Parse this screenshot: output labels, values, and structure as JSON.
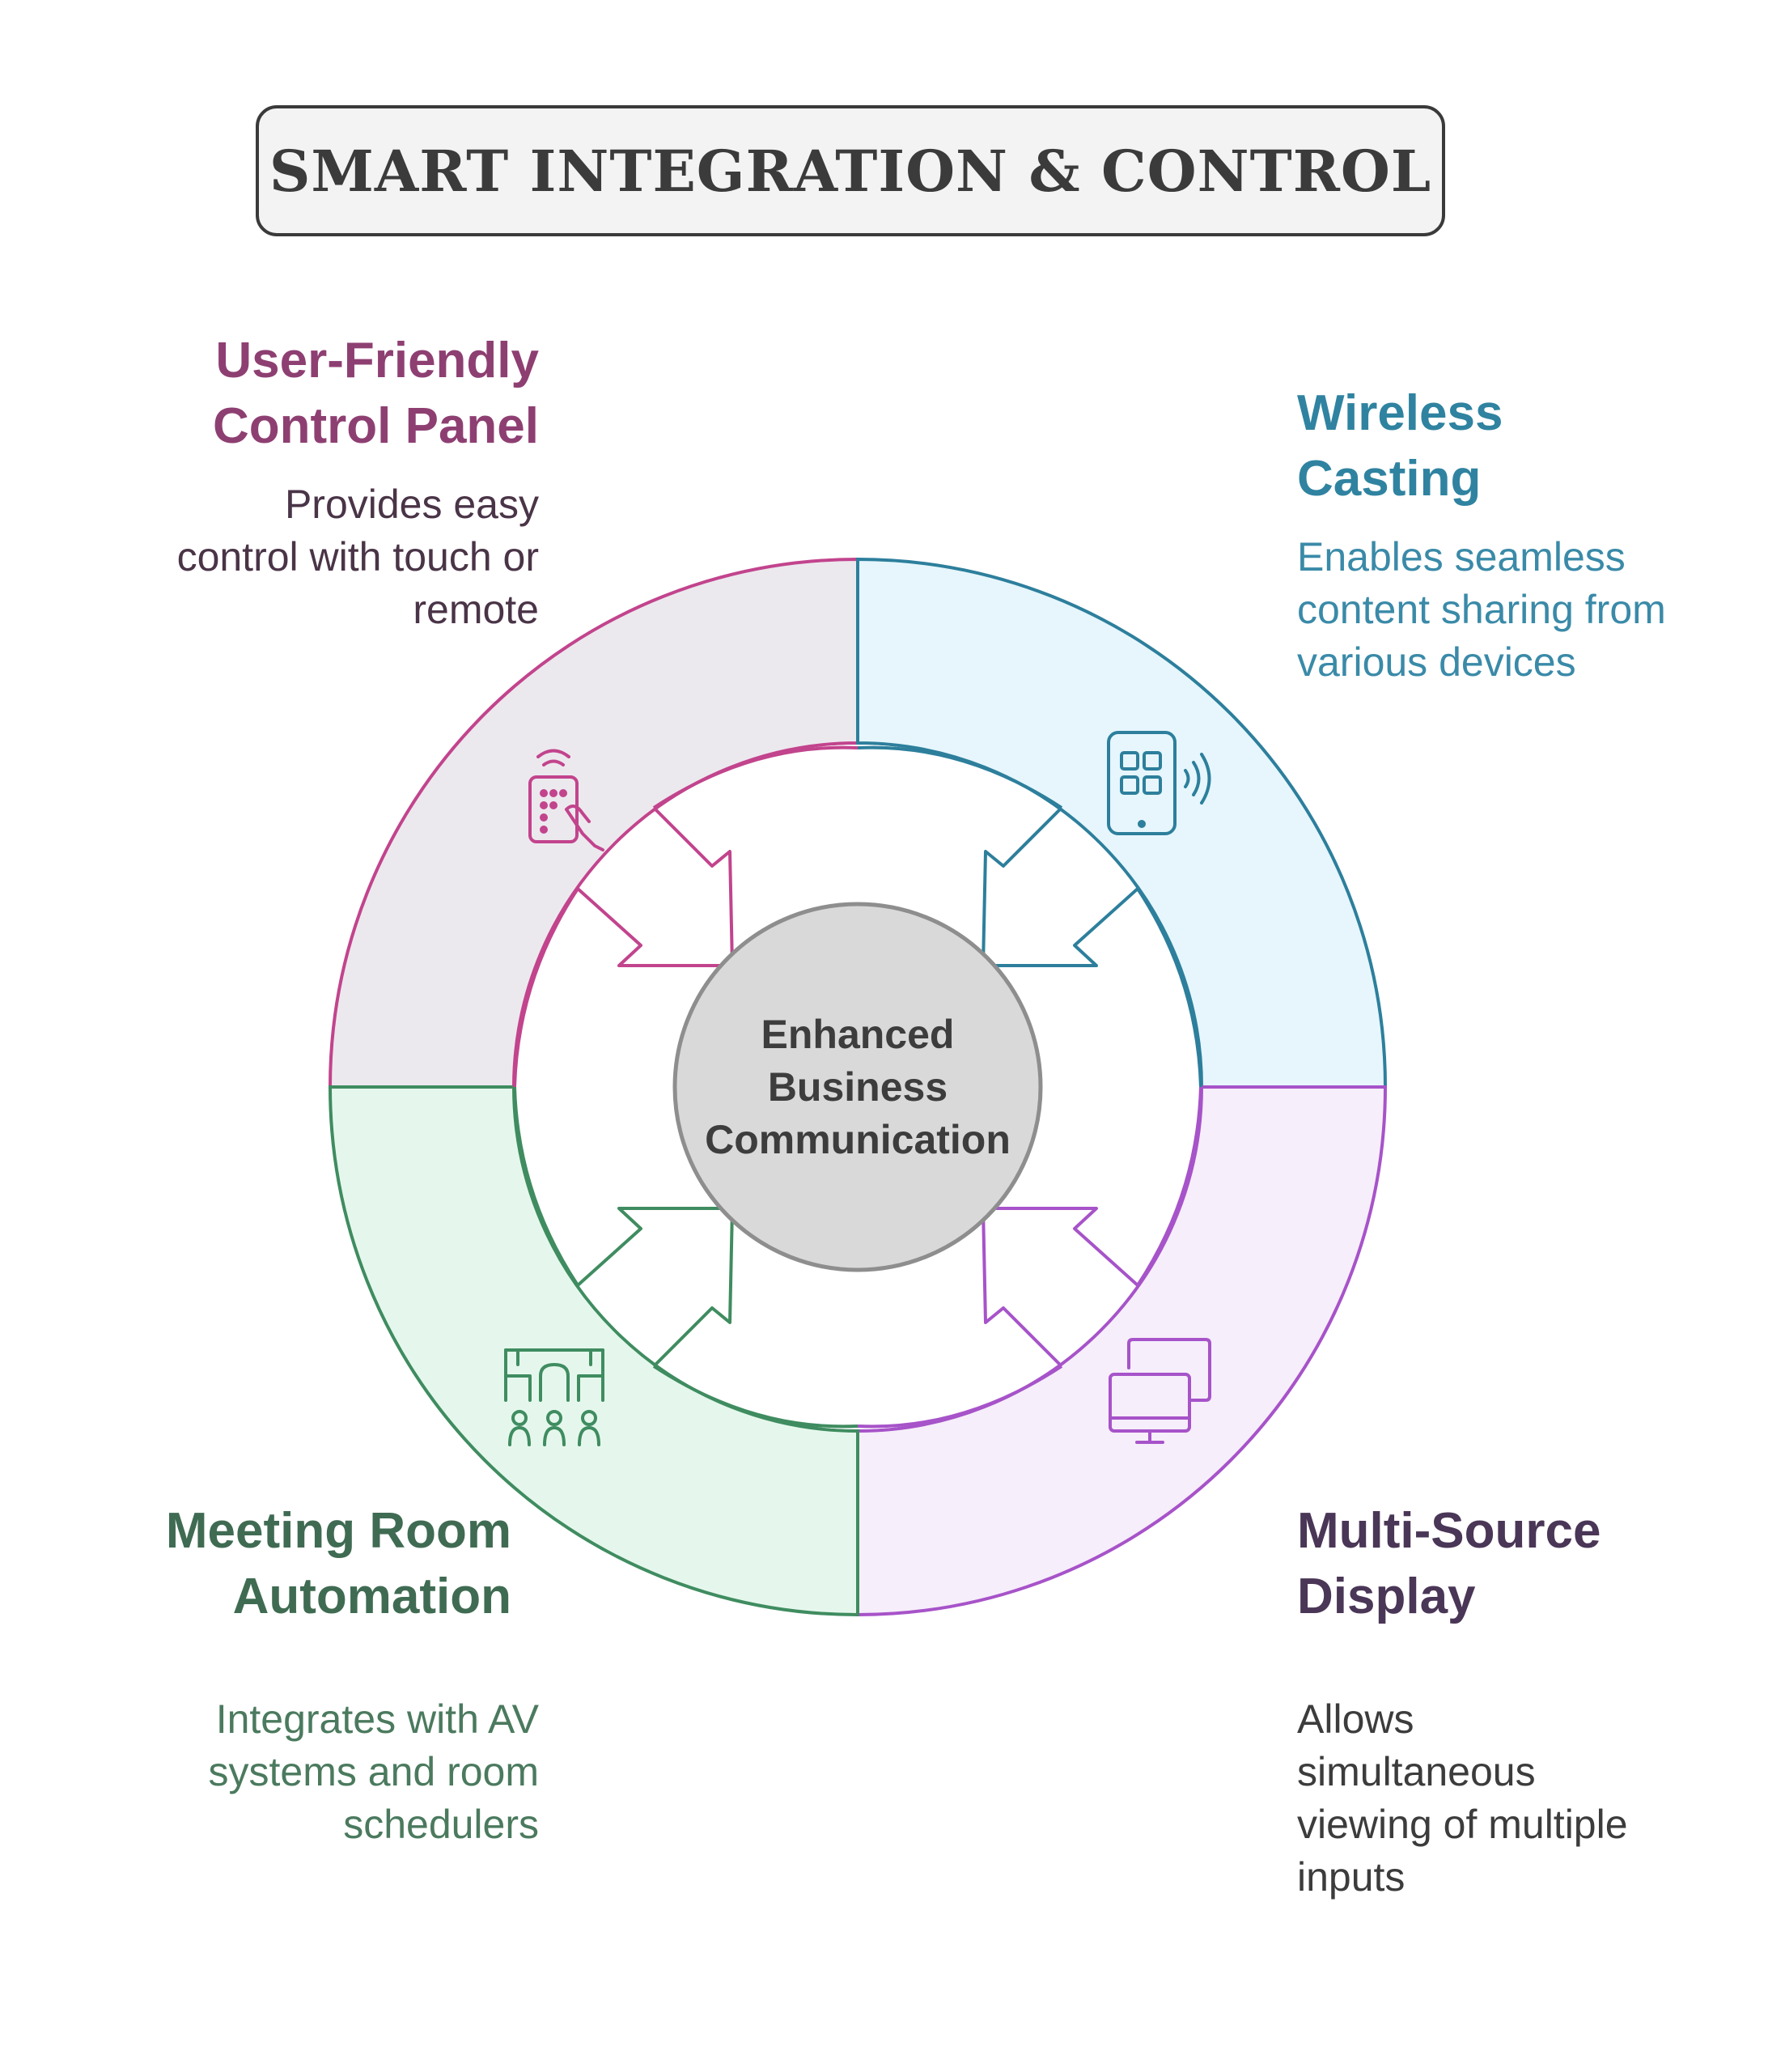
{
  "title": "SMART INTEGRATION & CONTROL",
  "center": {
    "lines": [
      "Enhanced",
      "Business",
      "Communication"
    ]
  },
  "sections": {
    "control_panel": {
      "heading_lines": [
        "User-Friendly",
        "Control Panel"
      ],
      "description_lines": [
        "Provides easy",
        "control with touch or",
        "remote"
      ],
      "color": "#8e3f72",
      "ring_stroke": "#c2448d",
      "icon": "remote-control-icon"
    },
    "wireless_casting": {
      "heading_lines": [
        "Wireless",
        "Casting"
      ],
      "description_lines": [
        "Enables seamless",
        "content sharing from",
        "various devices"
      ],
      "color": "#2f83a0",
      "ring_stroke": "#2d7f9c",
      "icon": "mobile-casting-icon"
    },
    "multi_source": {
      "heading_lines": [
        "Multi-Source",
        "Display"
      ],
      "description_lines": [
        "Allows",
        "simultaneous",
        "viewing of multiple",
        "inputs"
      ],
      "color": "#4a3656",
      "ring_stroke": "#a753c9",
      "icon": "dual-monitor-icon"
    },
    "meeting_room": {
      "heading_lines": [
        "Meeting Room",
        "Automation"
      ],
      "description_lines": [
        "Integrates with AV",
        "systems and room",
        "schedulers"
      ],
      "color": "#3f6b52",
      "ring_stroke": "#3f8c60",
      "icon": "meeting-room-icon"
    }
  }
}
